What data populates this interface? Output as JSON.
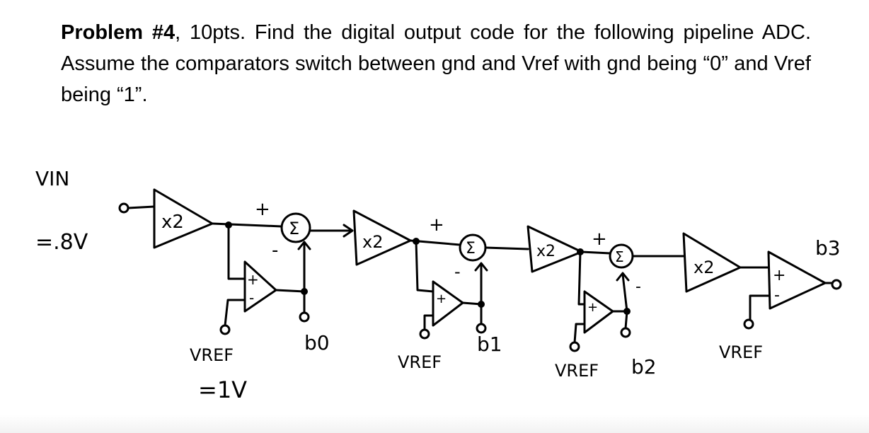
{
  "problem": {
    "label": "Problem #4",
    "rest": ", 10pts.  Find the digital output code for the following pipeline ADC. Assume the comparators switch between gnd and Vref with gnd being “0” and Vref being “1”."
  },
  "circuit": {
    "vin_label": "VIN",
    "vin_value": "=.8V",
    "gain_label": "x2",
    "sum_symbol": "Σ",
    "plus": "+",
    "minus": "-",
    "vref_label_1": "VREF",
    "vref_value": "=1V",
    "vref_label_2": "VREF",
    "vref_label_3": "VREF",
    "vref_label_4": "VREF",
    "bit_0": "b0",
    "bit_1": "b1",
    "bit_2": "b2",
    "bit_3": "b3"
  }
}
